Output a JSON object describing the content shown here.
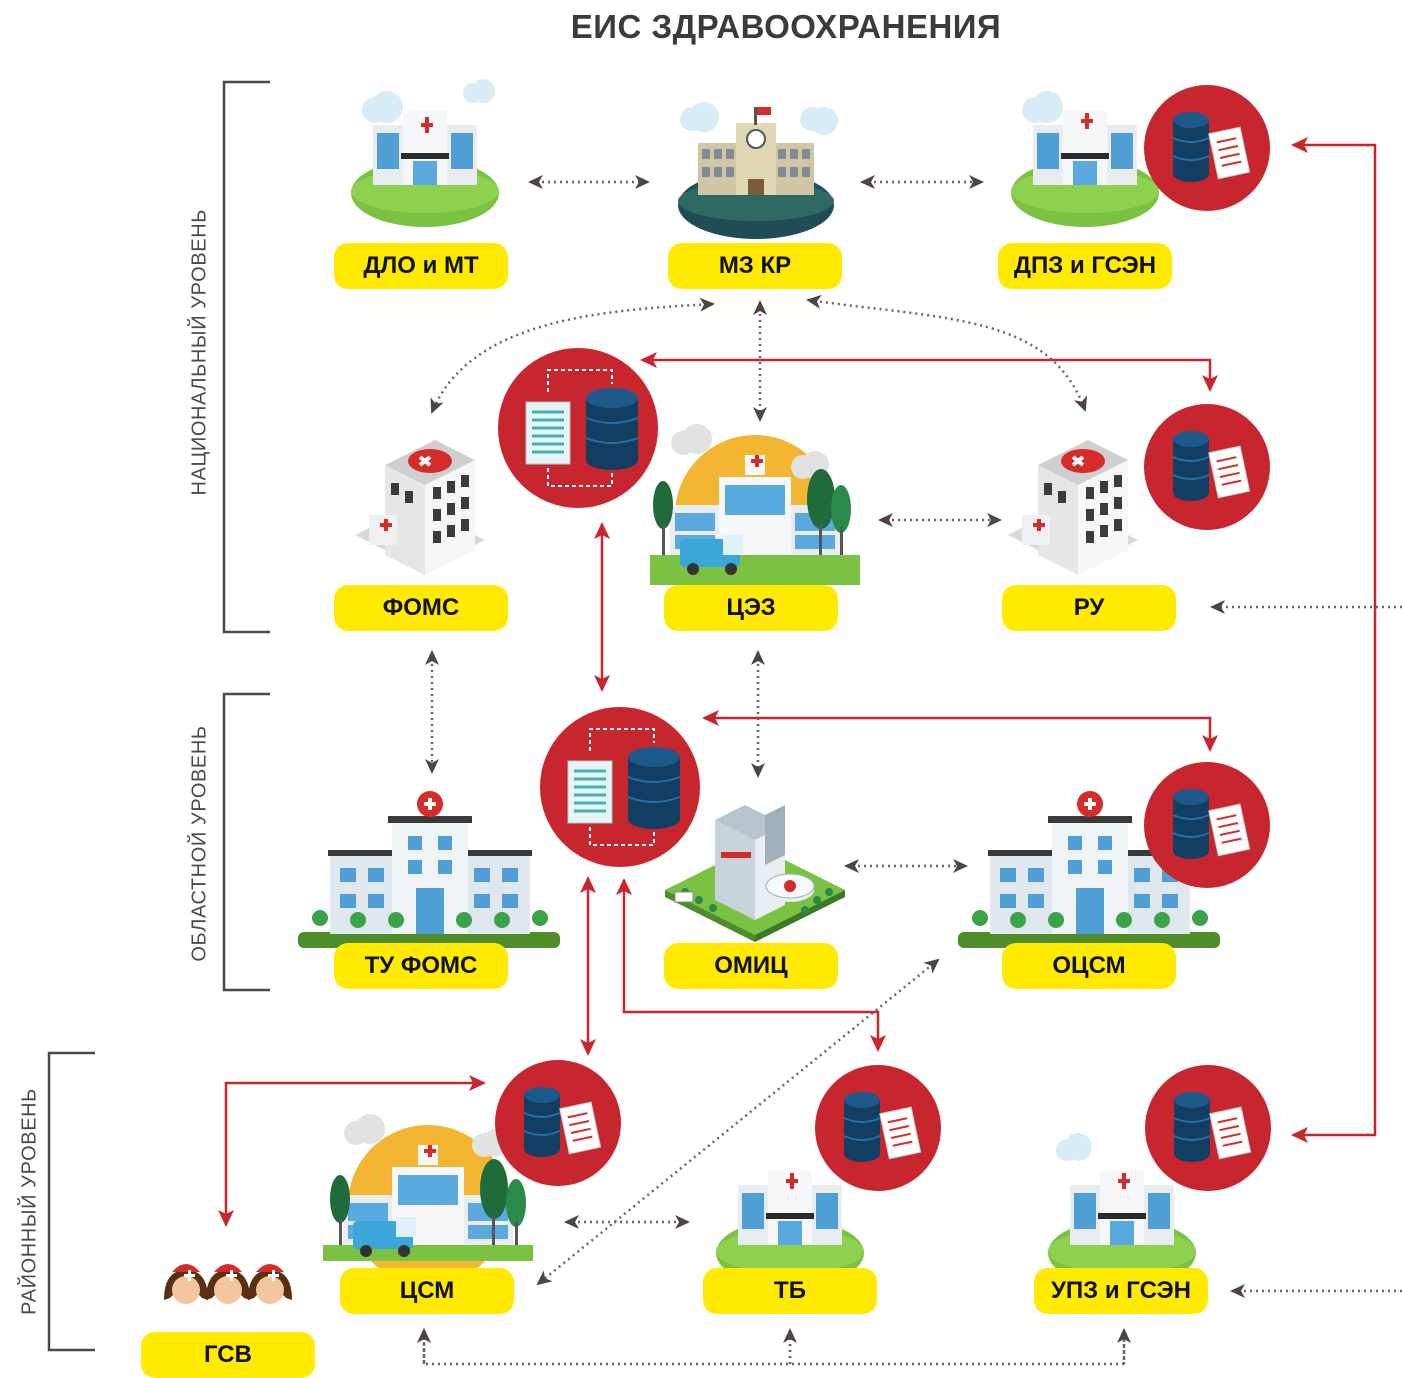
{
  "title": "ЕИС ЗДРАВООХРАНЕНИЯ",
  "levels": {
    "national": "НАЦИОНАЛЬНЫЙ УРОВЕНЬ",
    "regional": "ОБЛАСТНОЙ УРОВЕНЬ",
    "district": "РАЙОННЫЙ УРОВЕНЬ"
  },
  "nodes": {
    "dlo": "ДЛО и МТ",
    "mz": "МЗ КР",
    "dpz": "ДПЗ и ГСЭН",
    "foms": "ФОМС",
    "cez": "ЦЭЗ",
    "ru": "РУ",
    "tufoms": "ТУ ФОМС",
    "omic": "ОМИЦ",
    "ocsm": "ОЦСМ",
    "csm": "ЦСМ",
    "tb": "ТБ",
    "upz": "УПЗ и ГСЭН",
    "gsv": "ГСВ"
  },
  "icon_names": [
    "hospital-icon",
    "government-building-icon",
    "clinic-building-icon",
    "medical-complex-icon",
    "regional-hospital-icon",
    "database-documents-icon",
    "nurses-icon"
  ],
  "colors": {
    "label_bg": "#ffea00",
    "data_red": "#c8262e",
    "db_navy": "#123e63",
    "dotted": "#6b6460",
    "grass": "#7cc242"
  }
}
